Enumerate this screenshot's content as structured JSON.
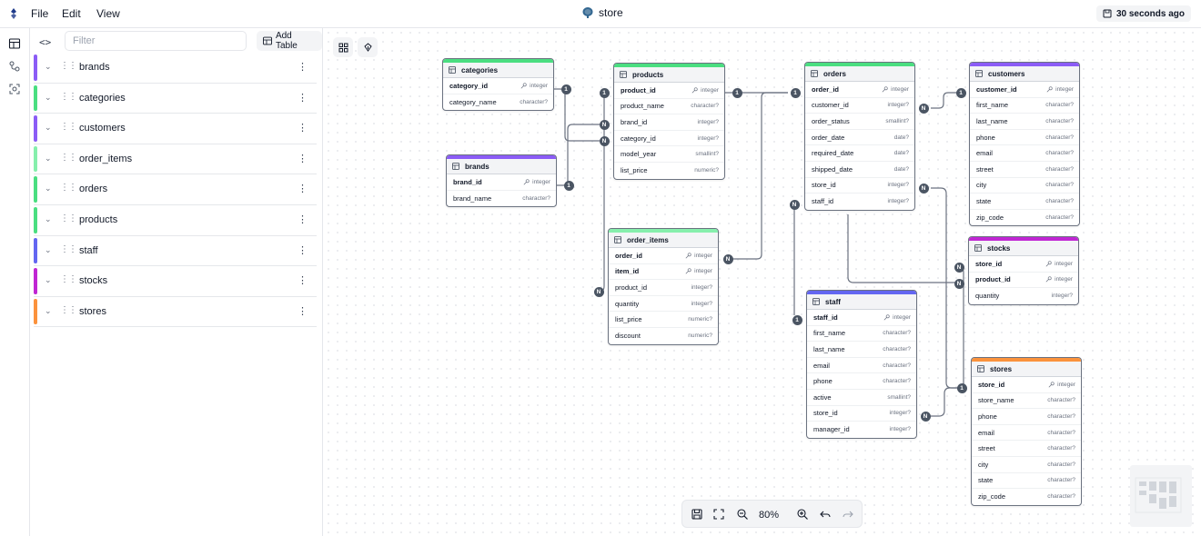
{
  "menu": {
    "file": "File",
    "edit": "Edit",
    "view": "View"
  },
  "document": {
    "title": "store",
    "saved_status": "30 seconds ago"
  },
  "sidebar": {
    "toggle_label": "<>",
    "filter_placeholder": "Filter",
    "add_table_label": "Add Table",
    "tables": [
      {
        "name": "brands",
        "color": "#8b5cf6"
      },
      {
        "name": "categories",
        "color": "#4ade80"
      },
      {
        "name": "customers",
        "color": "#8b5cf6"
      },
      {
        "name": "order_items",
        "color": "#86efac"
      },
      {
        "name": "orders",
        "color": "#4ade80"
      },
      {
        "name": "products",
        "color": "#4ade80"
      },
      {
        "name": "staff",
        "color": "#6366f1"
      },
      {
        "name": "stocks",
        "color": "#c026d3"
      },
      {
        "name": "stores",
        "color": "#fb923c"
      }
    ]
  },
  "diagram": {
    "tables": {
      "categories": {
        "title": "categories",
        "color": "#4ade80",
        "fields": [
          {
            "name": "category_id",
            "type": "integer",
            "pk": true
          },
          {
            "name": "category_name",
            "type": "character?",
            "pk": false
          }
        ]
      },
      "brands": {
        "title": "brands",
        "color": "#8b5cf6",
        "fields": [
          {
            "name": "brand_id",
            "type": "integer",
            "pk": true
          },
          {
            "name": "brand_name",
            "type": "character?",
            "pk": false
          }
        ]
      },
      "products": {
        "title": "products",
        "color": "#4ade80",
        "fields": [
          {
            "name": "product_id",
            "type": "integer",
            "pk": true
          },
          {
            "name": "product_name",
            "type": "character?",
            "pk": false
          },
          {
            "name": "brand_id",
            "type": "integer?",
            "pk": false
          },
          {
            "name": "category_id",
            "type": "integer?",
            "pk": false
          },
          {
            "name": "model_year",
            "type": "smallint?",
            "pk": false
          },
          {
            "name": "list_price",
            "type": "numeric?",
            "pk": false
          }
        ]
      },
      "order_items": {
        "title": "order_items",
        "color": "#86efac",
        "fields": [
          {
            "name": "order_id",
            "type": "integer",
            "pk": true
          },
          {
            "name": "item_id",
            "type": "integer",
            "pk": true
          },
          {
            "name": "product_id",
            "type": "integer?",
            "pk": false
          },
          {
            "name": "quantity",
            "type": "integer?",
            "pk": false
          },
          {
            "name": "list_price",
            "type": "numeric?",
            "pk": false
          },
          {
            "name": "discount",
            "type": "numeric?",
            "pk": false
          }
        ]
      },
      "orders": {
        "title": "orders",
        "color": "#4ade80",
        "fields": [
          {
            "name": "order_id",
            "type": "integer",
            "pk": true
          },
          {
            "name": "customer_id",
            "type": "integer?",
            "pk": false
          },
          {
            "name": "order_status",
            "type": "smallint?",
            "pk": false
          },
          {
            "name": "order_date",
            "type": "date?",
            "pk": false
          },
          {
            "name": "required_date",
            "type": "date?",
            "pk": false
          },
          {
            "name": "shipped_date",
            "type": "date?",
            "pk": false
          },
          {
            "name": "store_id",
            "type": "integer?",
            "pk": false
          },
          {
            "name": "staff_id",
            "type": "integer?",
            "pk": false
          }
        ]
      },
      "staff": {
        "title": "staff",
        "color": "#6366f1",
        "fields": [
          {
            "name": "staff_id",
            "type": "integer",
            "pk": true
          },
          {
            "name": "first_name",
            "type": "character?",
            "pk": false
          },
          {
            "name": "last_name",
            "type": "character?",
            "pk": false
          },
          {
            "name": "email",
            "type": "character?",
            "pk": false
          },
          {
            "name": "phone",
            "type": "character?",
            "pk": false
          },
          {
            "name": "active",
            "type": "smallint?",
            "pk": false
          },
          {
            "name": "store_id",
            "type": "integer?",
            "pk": false
          },
          {
            "name": "manager_id",
            "type": "integer?",
            "pk": false
          }
        ]
      },
      "customers": {
        "title": "customers",
        "color": "#8b5cf6",
        "fields": [
          {
            "name": "customer_id",
            "type": "integer",
            "pk": true
          },
          {
            "name": "first_name",
            "type": "character?",
            "pk": false
          },
          {
            "name": "last_name",
            "type": "character?",
            "pk": false
          },
          {
            "name": "phone",
            "type": "character?",
            "pk": false
          },
          {
            "name": "email",
            "type": "character?",
            "pk": false
          },
          {
            "name": "street",
            "type": "character?",
            "pk": false
          },
          {
            "name": "city",
            "type": "character?",
            "pk": false
          },
          {
            "name": "state",
            "type": "character?",
            "pk": false
          },
          {
            "name": "zip_code",
            "type": "character?",
            "pk": false
          }
        ]
      },
      "stocks": {
        "title": "stocks",
        "color": "#c026d3",
        "fields": [
          {
            "name": "store_id",
            "type": "integer",
            "pk": true
          },
          {
            "name": "product_id",
            "type": "integer",
            "pk": true
          },
          {
            "name": "quantity",
            "type": "integer?",
            "pk": false
          }
        ]
      },
      "stores": {
        "title": "stores",
        "color": "#fb923c",
        "fields": [
          {
            "name": "store_id",
            "type": "integer",
            "pk": true
          },
          {
            "name": "store_name",
            "type": "character?",
            "pk": false
          },
          {
            "name": "phone",
            "type": "character?",
            "pk": false
          },
          {
            "name": "email",
            "type": "character?",
            "pk": false
          },
          {
            "name": "street",
            "type": "character?",
            "pk": false
          },
          {
            "name": "city",
            "type": "character?",
            "pk": false
          },
          {
            "name": "state",
            "type": "character?",
            "pk": false
          },
          {
            "name": "zip_code",
            "type": "character?",
            "pk": false
          }
        ]
      }
    },
    "cardinality": {
      "one": "1",
      "many": "N"
    }
  },
  "zoom": {
    "level": "80%"
  }
}
